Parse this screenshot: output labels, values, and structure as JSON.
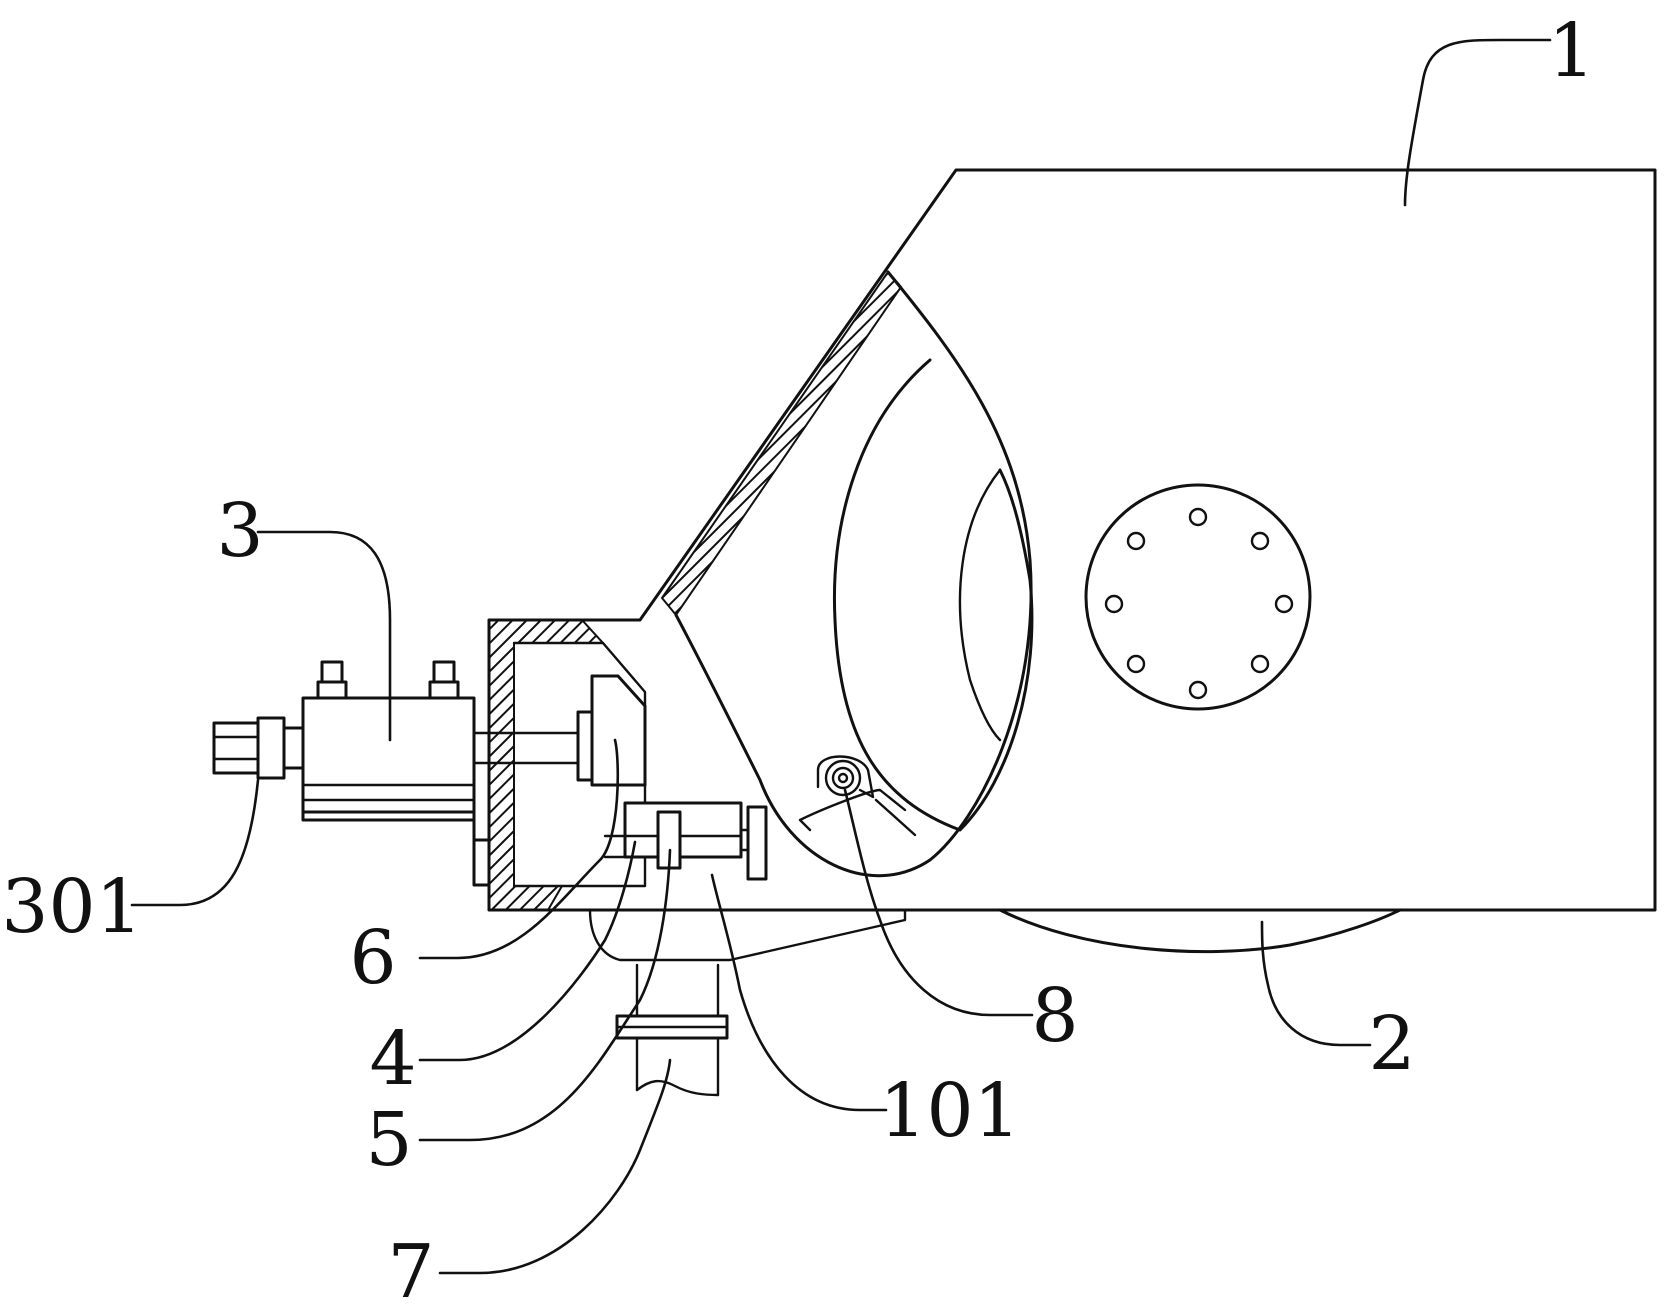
{
  "labels": {
    "l1": "1",
    "l2": "2",
    "l3": "3",
    "l301": "301",
    "l4": "4",
    "l5": "5",
    "l6": "6",
    "l7": "7",
    "l8": "8",
    "l101": "101"
  }
}
